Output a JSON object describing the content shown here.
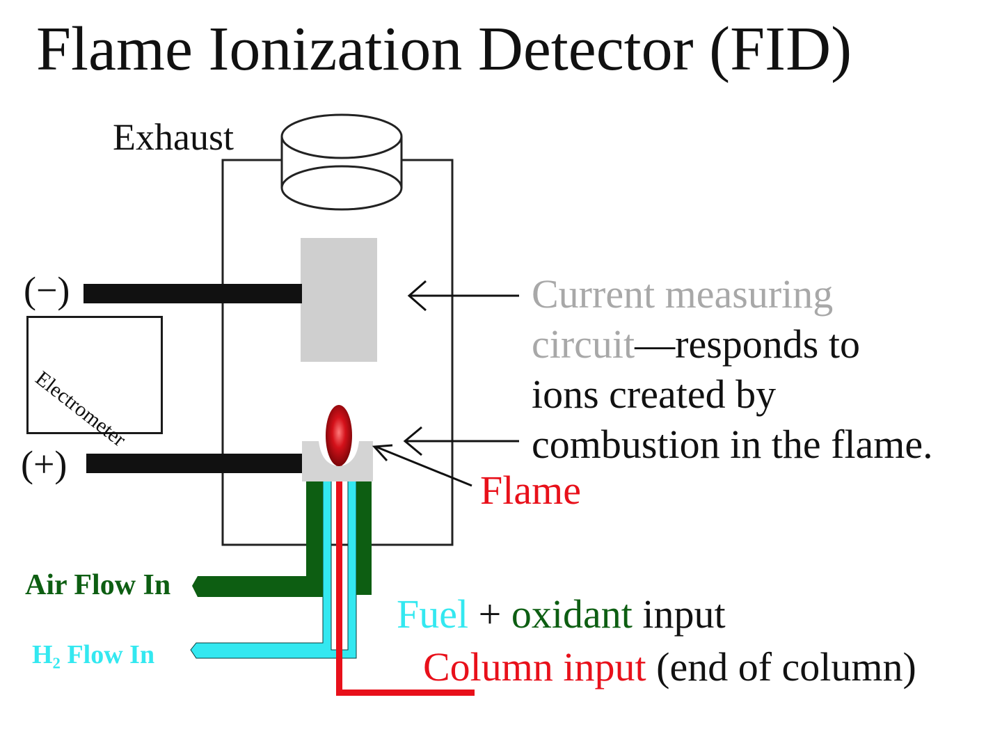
{
  "title": "Flame Ionization Detector (FID)",
  "labels": {
    "exhaust": "Exhaust",
    "negative": "(−)",
    "positive": "(+)",
    "electrometer": "Electrometer",
    "flame": "Flame",
    "air_flow": "Air Flow In",
    "h2_flow": "H₂ Flow In"
  },
  "description": {
    "line1": "Current measuring",
    "line2_gray": "circuit",
    "line2_dash": "—",
    "line2_rest": "responds to",
    "line3": "ions created by",
    "line4": "combustion in the flame."
  },
  "inputs": {
    "fuel": "Fuel",
    "plus": " + ",
    "oxidant": "oxidant",
    "input": " input",
    "column": "Column input",
    "column_note": " (end of column)"
  },
  "colors": {
    "text": "#111111",
    "gray_text": "#a8a8a8",
    "collector": "#cfcfcf",
    "nozzle": "#d4d4d4",
    "electrode": "#111111",
    "air": "#0d5e12",
    "hydrogen": "#33e8f0",
    "column": "#e8101a",
    "flame": "#cc0f17"
  }
}
